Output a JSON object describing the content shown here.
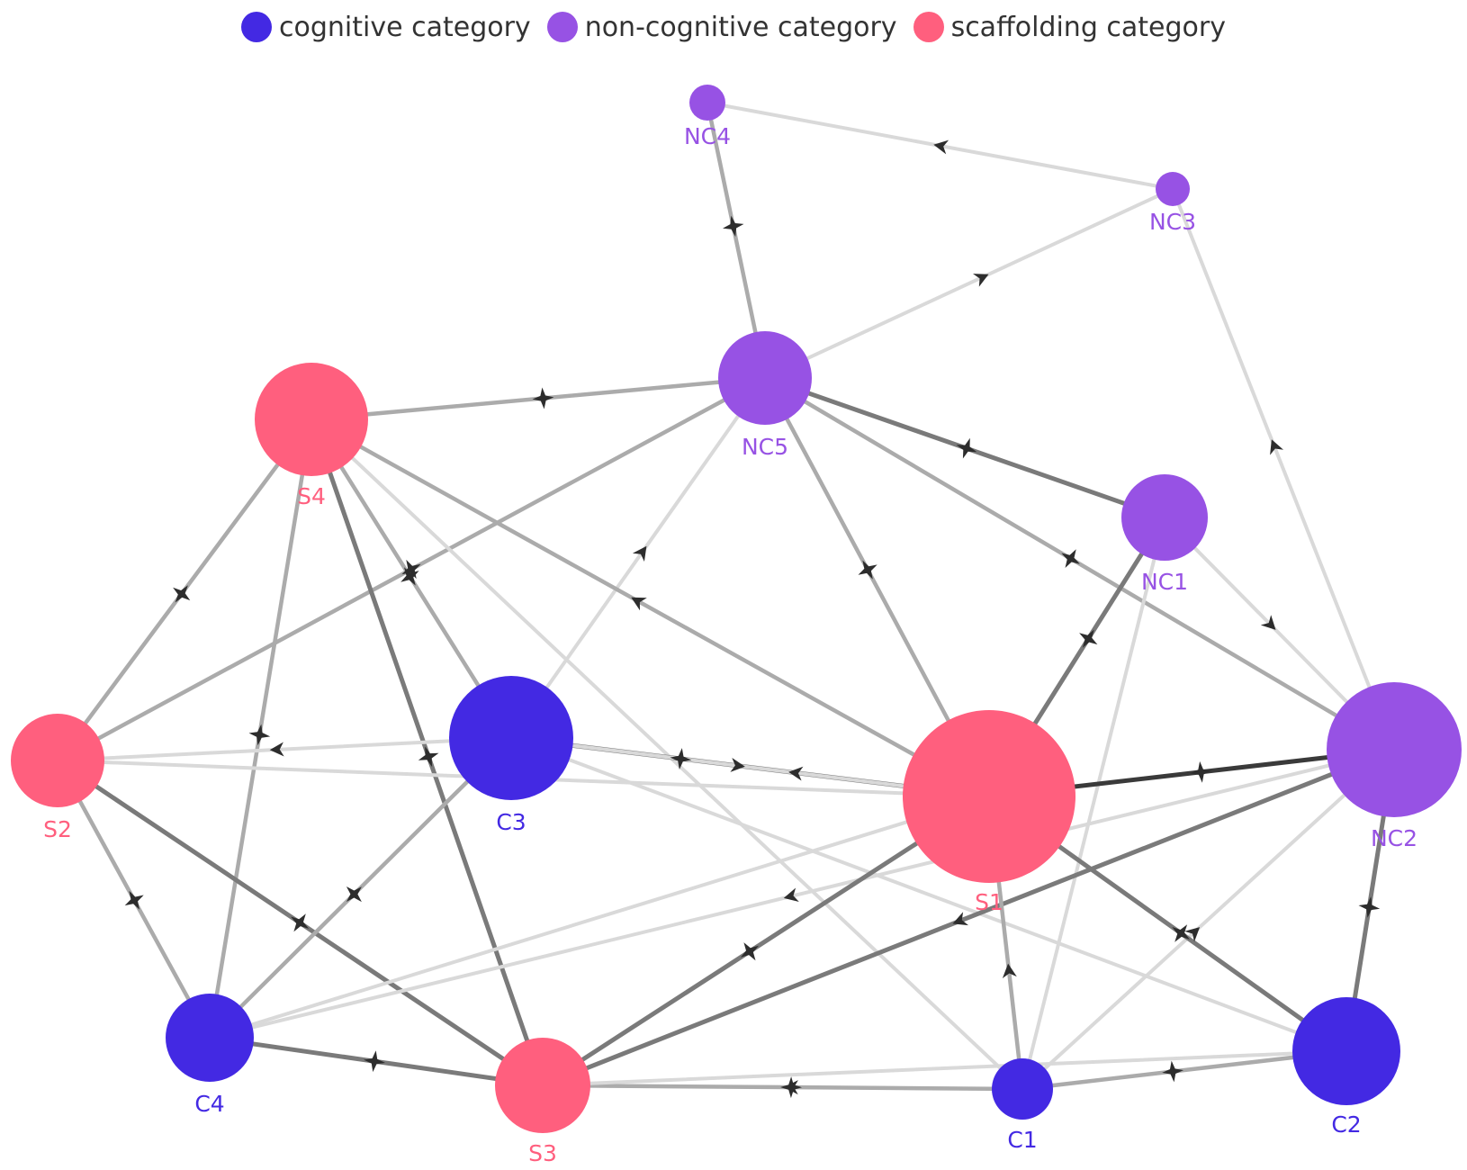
{
  "legend": [
    {
      "key": "cognitive",
      "label": "cognitive category",
      "color": "#4329e3"
    },
    {
      "key": "noncognitive",
      "label": "non-cognitive category",
      "color": "#9752e4"
    },
    {
      "key": "scaffolding",
      "label": "scaffolding category",
      "color": "#ff5f7e"
    }
  ],
  "nodes": [
    {
      "id": "NC4",
      "label": "NC4",
      "category": "noncognitive"
    },
    {
      "id": "NC3",
      "label": "NC3",
      "category": "noncognitive"
    },
    {
      "id": "NC5",
      "label": "NC5",
      "category": "noncognitive"
    },
    {
      "id": "S4",
      "label": "S4",
      "category": "scaffolding"
    },
    {
      "id": "NC1",
      "label": "NC1",
      "category": "noncognitive"
    },
    {
      "id": "NC2",
      "label": "NC2",
      "category": "noncognitive"
    },
    {
      "id": "S2",
      "label": "S2",
      "category": "scaffolding"
    },
    {
      "id": "C3",
      "label": "C3",
      "category": "cognitive"
    },
    {
      "id": "S1",
      "label": "S1",
      "category": "scaffolding"
    },
    {
      "id": "C4",
      "label": "C4",
      "category": "cognitive"
    },
    {
      "id": "S3",
      "label": "S3",
      "category": "scaffolding"
    },
    {
      "id": "C1",
      "label": "C1",
      "category": "cognitive"
    },
    {
      "id": "C2",
      "label": "C2",
      "category": "cognitive"
    }
  ],
  "edges": [
    {
      "from": "NC3",
      "to": "NC4",
      "strength": "light",
      "marker": "arrow"
    },
    {
      "from": "NC5",
      "to": "NC3",
      "strength": "light",
      "marker": "arrow"
    },
    {
      "from": "NC4",
      "to": "NC5",
      "strength": "medium",
      "marker": "star"
    },
    {
      "from": "NC2",
      "to": "NC3",
      "strength": "light",
      "marker": "arrow"
    },
    {
      "from": "NC5",
      "to": "S4",
      "strength": "medium",
      "marker": "star"
    },
    {
      "from": "NC5",
      "to": "NC1",
      "strength": "dark",
      "marker": "star"
    },
    {
      "from": "NC5",
      "to": "S1",
      "strength": "medium",
      "marker": "star"
    },
    {
      "from": "NC5",
      "to": "NC2",
      "strength": "medium",
      "marker": "star"
    },
    {
      "from": "NC5",
      "to": "S2",
      "strength": "medium",
      "marker": "star"
    },
    {
      "from": "C3",
      "to": "NC5",
      "strength": "light",
      "marker": "arrow"
    },
    {
      "from": "NC1",
      "to": "NC2",
      "strength": "light",
      "marker": "arrow"
    },
    {
      "from": "NC1",
      "to": "S1",
      "strength": "dark",
      "marker": "star"
    },
    {
      "from": "NC1",
      "to": "C1",
      "strength": "light",
      "marker": "none"
    },
    {
      "from": "S4",
      "to": "S2",
      "strength": "medium",
      "marker": "star"
    },
    {
      "from": "S4",
      "to": "C4",
      "strength": "medium",
      "marker": "star"
    },
    {
      "from": "S4",
      "to": "C3",
      "strength": "medium",
      "marker": "star"
    },
    {
      "from": "S4",
      "to": "S3",
      "strength": "dark",
      "marker": "star"
    },
    {
      "from": "S1",
      "to": "S4",
      "strength": "medium",
      "marker": "arrow"
    },
    {
      "from": "S4",
      "to": "C1",
      "strength": "light",
      "marker": "none"
    },
    {
      "from": "C3",
      "to": "S2",
      "strength": "light",
      "marker": "arrow"
    },
    {
      "from": "S2",
      "to": "S1",
      "strength": "light",
      "marker": "none"
    },
    {
      "from": "S2",
      "to": "C4",
      "strength": "medium",
      "marker": "star"
    },
    {
      "from": "S2",
      "to": "S3",
      "strength": "dark",
      "marker": "star"
    },
    {
      "from": "S1",
      "to": "C3",
      "strength": "dark",
      "marker": "arrowstar"
    },
    {
      "from": "C3",
      "to": "C4",
      "strength": "medium",
      "marker": "star"
    },
    {
      "from": "C3",
      "to": "S1",
      "strength": "light",
      "marker": "arrow"
    },
    {
      "from": "C3",
      "to": "C2",
      "strength": "light",
      "marker": "none"
    },
    {
      "from": "NC2",
      "to": "S1",
      "strength": "darkest",
      "marker": "star"
    },
    {
      "from": "NC2",
      "to": "C4",
      "strength": "light",
      "marker": "arrow"
    },
    {
      "from": "S1",
      "to": "C4",
      "strength": "light",
      "marker": "none"
    },
    {
      "from": "NC2",
      "to": "S3",
      "strength": "dark",
      "marker": "arrow"
    },
    {
      "from": "C2",
      "to": "NC2",
      "strength": "dark",
      "marker": "star"
    },
    {
      "from": "C1",
      "to": "NC2",
      "strength": "light",
      "marker": "arrow"
    },
    {
      "from": "S1",
      "to": "S3",
      "strength": "dark",
      "marker": "star"
    },
    {
      "from": "S1",
      "to": "C2",
      "strength": "dark",
      "marker": "star"
    },
    {
      "from": "C1",
      "to": "S1",
      "strength": "medium",
      "marker": "arrow"
    },
    {
      "from": "C4",
      "to": "S3",
      "strength": "dark",
      "marker": "star"
    },
    {
      "from": "C1",
      "to": "S3",
      "strength": "light",
      "marker": "arrow"
    },
    {
      "from": "S3",
      "to": "C1",
      "strength": "medium",
      "marker": "star"
    },
    {
      "from": "C2",
      "to": "C1",
      "strength": "medium",
      "marker": "star"
    },
    {
      "from": "C2",
      "to": "S3",
      "strength": "light",
      "marker": "none"
    }
  ]
}
